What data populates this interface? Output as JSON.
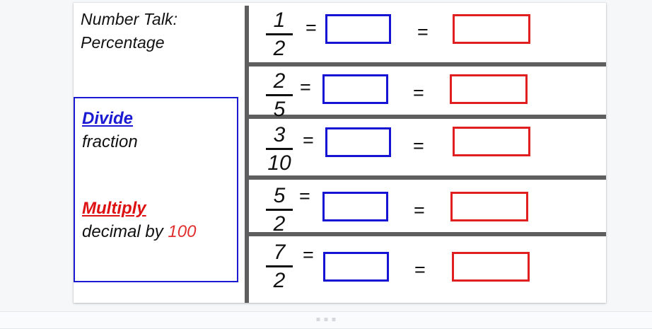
{
  "slide": {
    "title": "Number Talk:\nPercentage",
    "strategy_panel": {
      "divide_label": "Divide",
      "divide_text": "fraction",
      "multiply_label": "Multiply",
      "multiply_text": "decimal by ",
      "multiply_value": "100"
    },
    "rows": [
      {
        "numerator": "1",
        "denominator": "2",
        "equals_1": "=",
        "equals_2": "=",
        "decimal_value": "",
        "percent_value": ""
      },
      {
        "numerator": "2",
        "denominator": "5",
        "equals_1": "=",
        "equals_2": "=",
        "decimal_value": "",
        "percent_value": ""
      },
      {
        "numerator": "3",
        "denominator": "10",
        "equals_1": "=",
        "equals_2": "=",
        "decimal_value": "",
        "percent_value": ""
      },
      {
        "numerator": "5",
        "denominator": "2",
        "equals_1": "=",
        "equals_2": "=",
        "decimal_value": "",
        "percent_value": ""
      },
      {
        "numerator": "7",
        "denominator": "2",
        "equals_1": "=",
        "equals_2": "=",
        "decimal_value": "",
        "percent_value": ""
      }
    ]
  },
  "colors": {
    "divide_blue": "#1a1ad2",
    "multiply_red": "#dd1111",
    "box_blue": "#1414d2",
    "box_red": "#e02020",
    "divider_gray": "#5f5f5f",
    "page_background": "#f5f7f9"
  },
  "bottom_bar": {
    "handle_icon": "drag-handle-dots"
  }
}
